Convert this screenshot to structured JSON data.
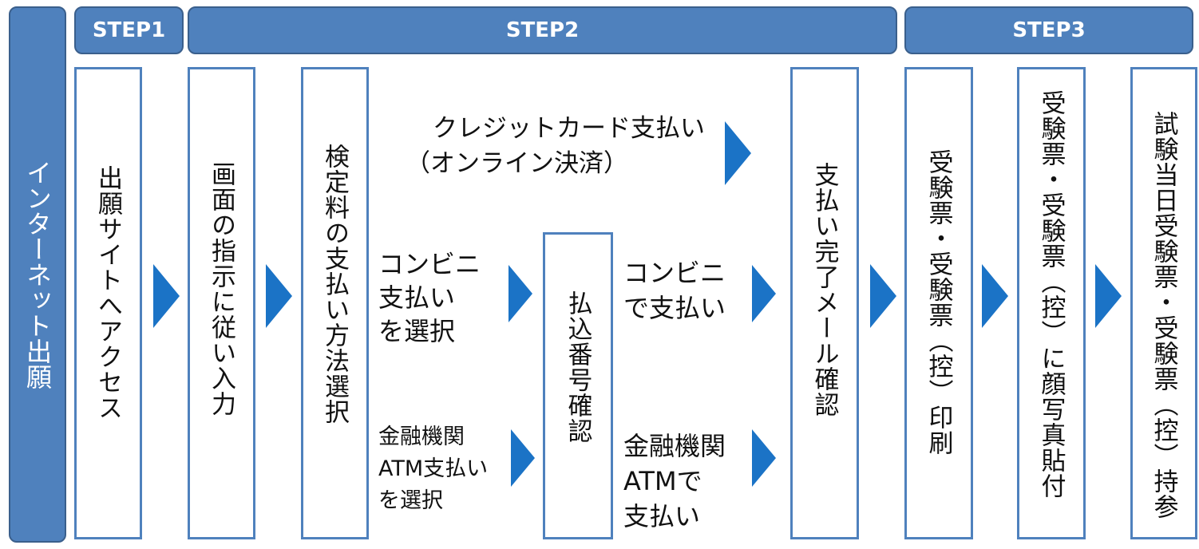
{
  "sidebar": {
    "label": "インターネット出願"
  },
  "steps": {
    "step1": "STEP1",
    "step2": "STEP2",
    "step3": "STEP3"
  },
  "boxes": {
    "access": "出願サイトへアクセス",
    "input": "画面の指示に従い入力",
    "method": "検定料の支払い方法選択",
    "number_check": "払込番号確認",
    "mail": "支払い完了メール確認",
    "print": "受験票・受験票（控）印刷",
    "photo": "受験票・受験票（控）に顔写真貼付",
    "bring": "試験当日受験票・受験票（控）持参"
  },
  "options": {
    "credit": [
      "クレジットカード支払い",
      "（オンライン決済）"
    ],
    "conbini_select": [
      "コンビニ",
      "支払い",
      "を選択"
    ],
    "conbini_pay": [
      "コンビニ",
      "で支払い"
    ],
    "atm_select": [
      "金融機関",
      "ATM支払い",
      "を選択"
    ],
    "atm_pay": [
      "金融機関",
      "ATMで",
      "支払い"
    ]
  },
  "colors": {
    "accent": "#4f81bd",
    "arrow": "#1b73c6",
    "text": "#111111"
  }
}
